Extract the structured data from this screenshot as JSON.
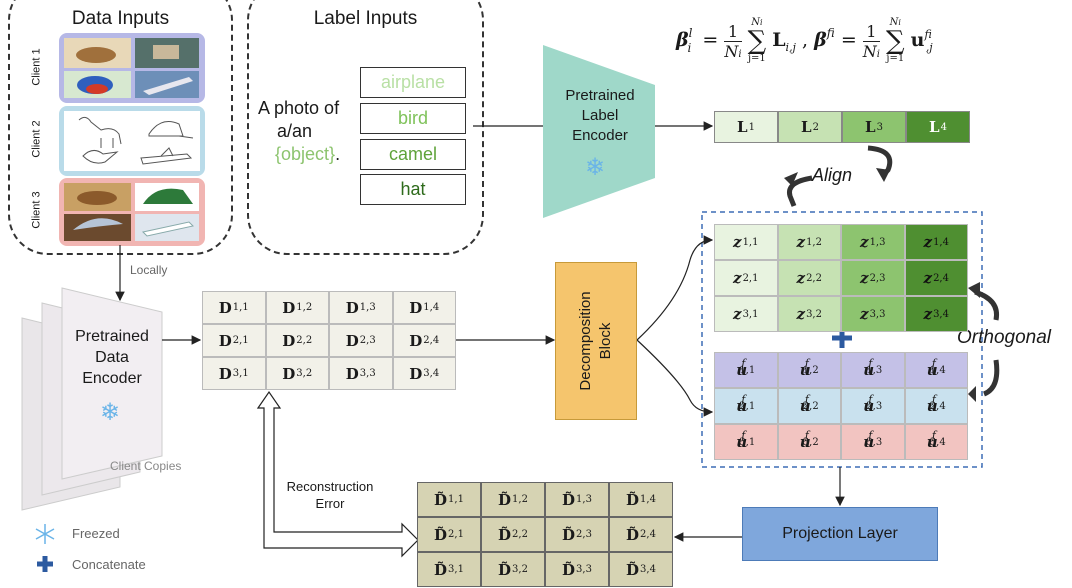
{
  "data_inputs": {
    "title": "Data Inputs",
    "clients": [
      "Client 1",
      "Client 2",
      "Client 3"
    ],
    "client_colors": [
      "#b6b8e6",
      "#b9dbe9",
      "#f1b5b2"
    ]
  },
  "label_inputs": {
    "title": "Label Inputs",
    "prompt_lines": [
      "A photo of",
      "a/an"
    ],
    "prompt_object": "{object}",
    "prompt_end": ".",
    "labels": [
      "airplane",
      "bird",
      "camel",
      "hat"
    ],
    "label_colors": [
      "#b9e0a5",
      "#7fc25a",
      "#5fa33a",
      "#2e6b1c"
    ]
  },
  "formula": {
    "lhs1": "β",
    "sup1": "l",
    "sub1": "i",
    "lhs2": "β",
    "sup2": "f",
    "sub2": "i",
    "frac_num": "1",
    "frac_den": "N",
    "frac_den_sub": "i",
    "sum_top": "N",
    "sum_top_sub": "i",
    "sum_bottom": "j=1",
    "term1": "L",
    "term1_sub": "i,j",
    "term2": "u",
    "term2_sup": "f",
    "term2_sub": "i,j"
  },
  "label_encoder": {
    "lines": [
      "Pretrained",
      "Label",
      "Encoder"
    ],
    "icon": "snowflake-icon"
  },
  "label_embeddings": [
    {
      "sym": "L",
      "sub": "1",
      "bg": "#e8f3e0"
    },
    {
      "sym": "L",
      "sub": "2",
      "bg": "#c6e2b3"
    },
    {
      "sym": "L",
      "sub": "3",
      "bg": "#8dc46f"
    },
    {
      "sym": "L",
      "sub": "4",
      "bg": "#4f8f31"
    }
  ],
  "align_label": "Align",
  "orthogonal_label": "Orthogonal",
  "locally_label": "Locally",
  "data_encoder": {
    "lines": [
      "Pretrained",
      "Data",
      "Encoder"
    ],
    "copies_label": "Client Copies"
  },
  "d_matrix": {
    "sym": "D",
    "rows": [
      [
        "1,1",
        "1,2",
        "1,3",
        "1,4"
      ],
      [
        "2,1",
        "2,2",
        "2,3",
        "2,4"
      ],
      [
        "3,1",
        "3,2",
        "3,3",
        "3,4"
      ]
    ],
    "bg": "#f2f1e9"
  },
  "decomposition": {
    "lines": [
      "Decomposition",
      "Block"
    ],
    "bg": "#f5c56d"
  },
  "z_matrix": {
    "sym": "z",
    "rows": [
      [
        "1,1",
        "1,2",
        "1,3",
        "1,4"
      ],
      [
        "2,1",
        "2,2",
        "2,3",
        "2,4"
      ],
      [
        "3,1",
        "3,2",
        "3,3",
        "3,4"
      ]
    ],
    "col_colors": [
      "#e8f3e0",
      "#c6e2b3",
      "#8dc46f",
      "#4f8f31"
    ]
  },
  "u_matrix": {
    "sym": "u",
    "sup": "f",
    "rows": [
      [
        "1,1",
        "1,2",
        "1,3",
        "1,4"
      ],
      [
        "2,1",
        "2,2",
        "2,3",
        "2,4"
      ],
      [
        "3,1",
        "3,2",
        "3,3",
        "3,4"
      ]
    ],
    "row_colors": [
      "#c4c1e7",
      "#c9e1ee",
      "#f2c4c1"
    ]
  },
  "reconstruction_label": [
    "Reconstruction",
    "Error"
  ],
  "projection_label": "Projection Layer",
  "dt_matrix": {
    "sym": "D̃",
    "rows": [
      [
        "1,1",
        "1,2",
        "1,3",
        "1,4"
      ],
      [
        "2,1",
        "2,2",
        "2,3",
        "2,4"
      ],
      [
        "3,1",
        "3,2",
        "3,3",
        "3,4"
      ]
    ],
    "bg": "#d6d3b3"
  },
  "legend": {
    "freezed": "Freezed",
    "concatenate": "Concatenate"
  },
  "colors": {
    "encoder": "#9fd8c9",
    "projection": "#7fa7dc",
    "concat": "#2c5aa0",
    "snowflake": "#6ab4e8"
  }
}
